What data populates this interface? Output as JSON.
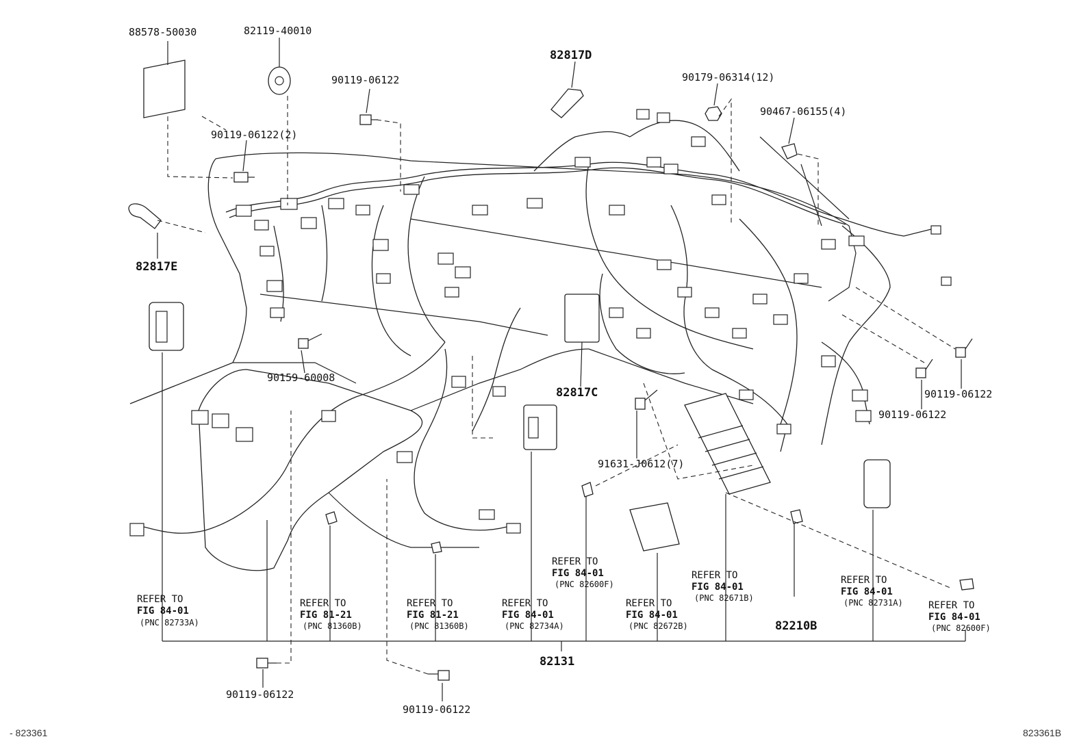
{
  "part_labels": {
    "p88578_50030": "88578-50030",
    "p82119_40010": "82119-40010",
    "p82817D": "82817D",
    "p90179_06314": "90179-06314(12)",
    "p90119_06122_top": "90119-06122",
    "p90467_06155": "90467-06155(4)",
    "p90119_06122_2": "90119-06122(2)",
    "p82817E": "82817E",
    "p90159_60008": "90159-60008",
    "p82817C": "82817C",
    "p91631_J0612": "91631-J0612(7)",
    "p90119_06122_r1": "90119-06122",
    "p90119_06122_r2": "90119-06122",
    "p82210B": "82210B",
    "p82131": "82131",
    "p90119_06122_b1": "90119-06122",
    "p90119_06122_b2": "90119-06122"
  },
  "references": [
    {
      "l1": "REFER TO",
      "l2": "FIG 84-01",
      "l3": "(PNC 82733A)"
    },
    {
      "l1": "REFER TO",
      "l2": "FIG 81-21",
      "l3": "(PNC 81360B)"
    },
    {
      "l1": "REFER TO",
      "l2": "FIG 81-21",
      "l3": "(PNC 81360B)"
    },
    {
      "l1": "REFER TO",
      "l2": "FIG 84-01",
      "l3": "(PNC 82734A)"
    },
    {
      "l1": "REFER TO",
      "l2": "FIG 84-01",
      "l3": "(PNC 82600F)"
    },
    {
      "l1": "REFER TO",
      "l2": "FIG 84-01",
      "l3": "(PNC 82672B)"
    },
    {
      "l1": "REFER TO",
      "l2": "FIG 84-01",
      "l3": "(PNC 82671B)"
    },
    {
      "l1": "REFER TO",
      "l2": "FIG 84-01",
      "l3": "(PNC 82731A)"
    },
    {
      "l1": "REFER TO",
      "l2": "FIG 84-01",
      "l3": "(PNC 82600F)"
    }
  ],
  "footer": {
    "left_id": "- 823361",
    "right_id": "823361B"
  }
}
